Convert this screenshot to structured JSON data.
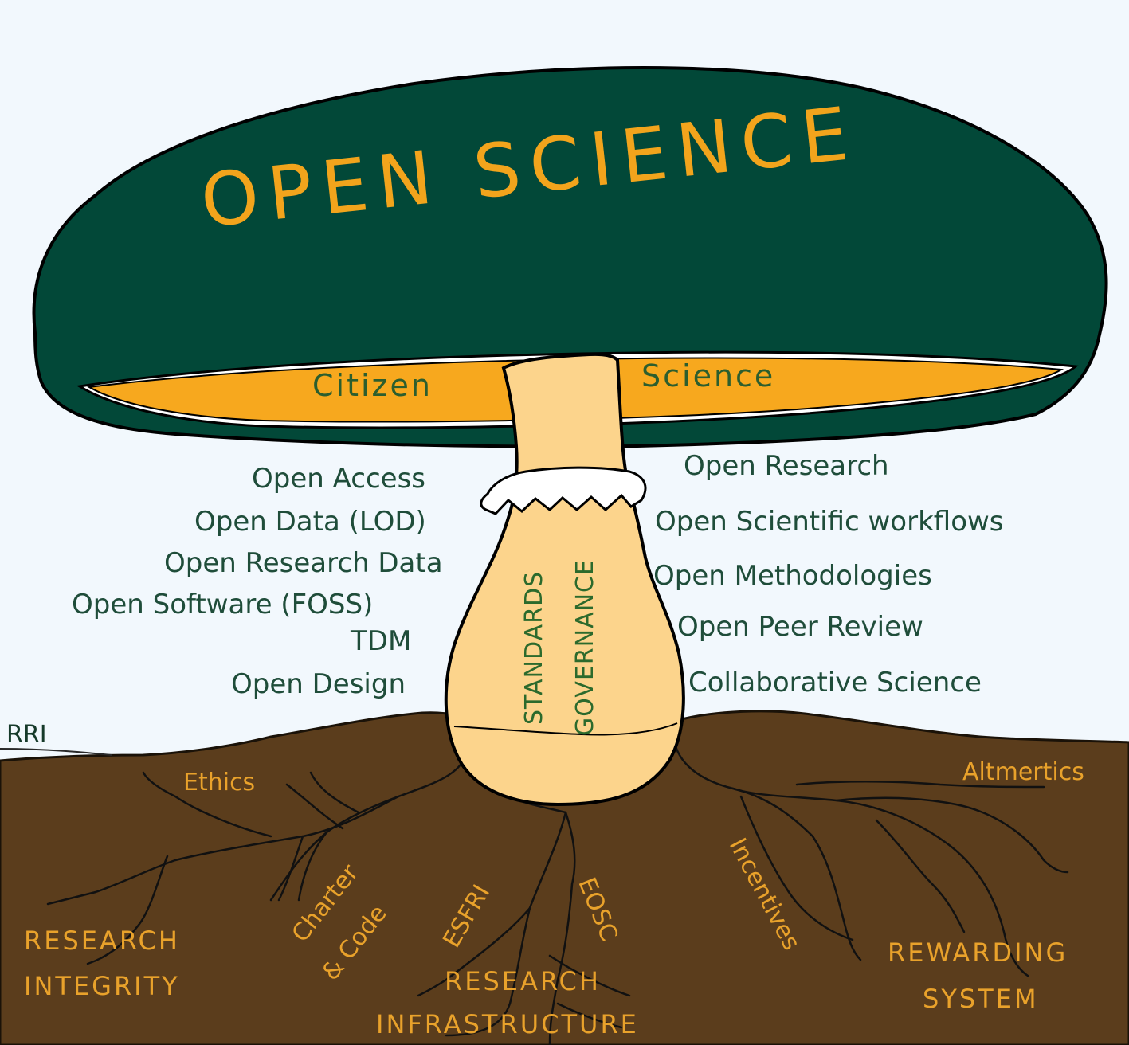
{
  "cap": {
    "title": "OPEN SCIENCE"
  },
  "gills": {
    "left": "Citizen",
    "right": "Science"
  },
  "stem": {
    "standards": "STANDARDS",
    "governance": "GOVERNANCE"
  },
  "left_items": [
    "Open Access",
    "Open Data (LOD)",
    "Open Research Data",
    "Open Software (FOSS)",
    "TDM",
    "Open Design"
  ],
  "right_items": [
    "Open Research",
    "Open Scientific  workflows",
    "Open Methodologies",
    "Open Peer Review",
    "Collaborative Science"
  ],
  "soil": {
    "rri": "RRI",
    "ethics": "Ethics",
    "altmetrics": "Altmertics",
    "charter": "Charter",
    "code": "& Code",
    "esfri": "ESFRI",
    "eosc": "EOSC",
    "incentives": "Incentives",
    "research_integrity_1": "RESEARCH",
    "research_integrity_2": "INTEGRITY",
    "research_infra_1": "RESEARCH",
    "research_infra_2": "INFRASTRUCTURE",
    "rewarding_1": "REWARDING",
    "rewarding_2": "SYSTEM"
  },
  "colors": {
    "cap": "#024838",
    "gills": "#f7a81e",
    "stem": "#fcd48c",
    "soil": "#5b3d1c",
    "root_text": "#e9a22b",
    "list_text": "#1f4d3a"
  }
}
